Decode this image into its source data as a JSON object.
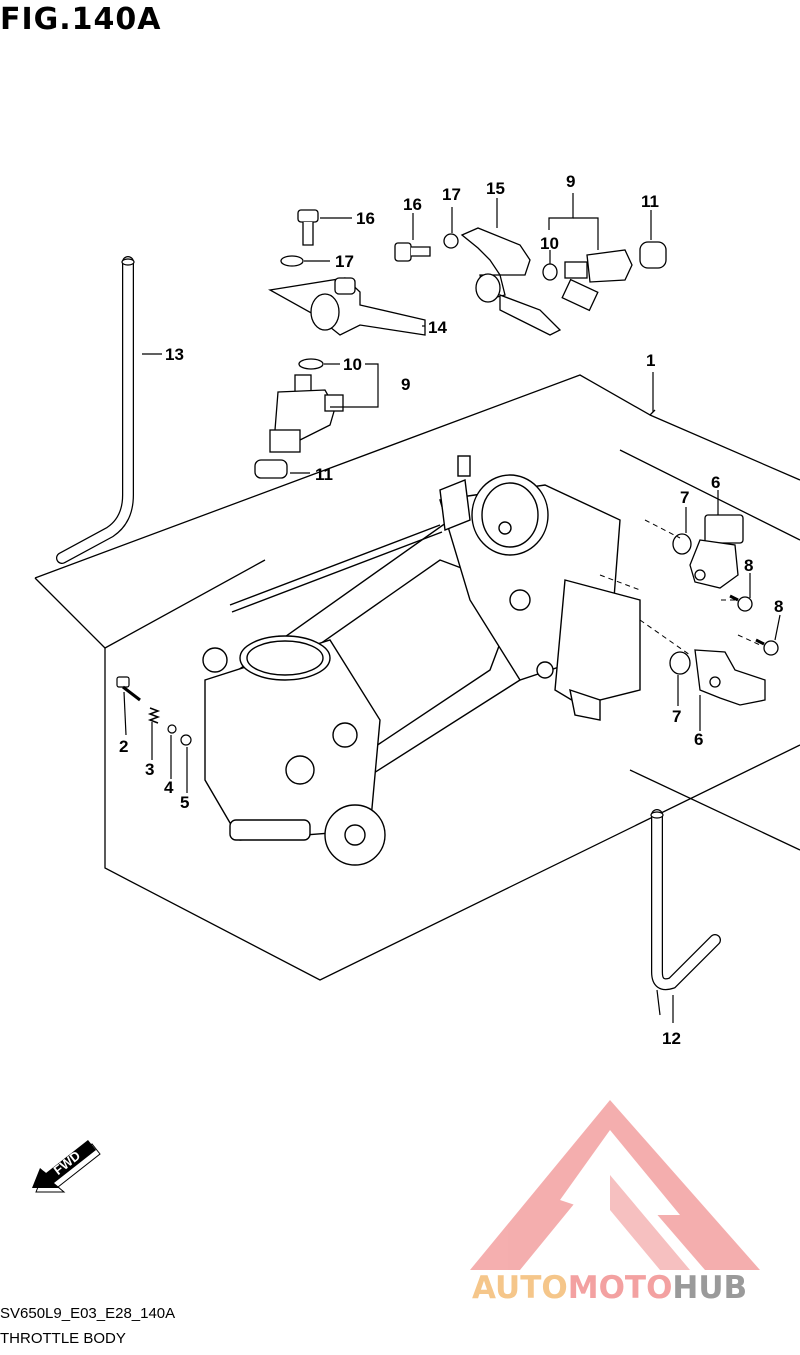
{
  "figure": {
    "title": "FIG.140A",
    "model_code": "SV650L9_E03_E28_140A",
    "caption": "THROTTLE BODY"
  },
  "callouts": [
    {
      "id": "c1",
      "label": "1"
    },
    {
      "id": "c2",
      "label": "2"
    },
    {
      "id": "c3",
      "label": "3"
    },
    {
      "id": "c4",
      "label": "4"
    },
    {
      "id": "c5",
      "label": "5"
    },
    {
      "id": "c6a",
      "label": "6"
    },
    {
      "id": "c6b",
      "label": "6"
    },
    {
      "id": "c7a",
      "label": "7"
    },
    {
      "id": "c7b",
      "label": "7"
    },
    {
      "id": "c8a",
      "label": "8"
    },
    {
      "id": "c8b",
      "label": "8"
    },
    {
      "id": "c9a",
      "label": "9"
    },
    {
      "id": "c9b",
      "label": "9"
    },
    {
      "id": "c10a",
      "label": "10"
    },
    {
      "id": "c10b",
      "label": "10"
    },
    {
      "id": "c11a",
      "label": "11"
    },
    {
      "id": "c11b",
      "label": "11"
    },
    {
      "id": "c12",
      "label": "12"
    },
    {
      "id": "c13",
      "label": "13"
    },
    {
      "id": "c14",
      "label": "14"
    },
    {
      "id": "c15",
      "label": "15"
    },
    {
      "id": "c16a",
      "label": "16"
    },
    {
      "id": "c16b",
      "label": "16"
    },
    {
      "id": "c17a",
      "label": "17"
    },
    {
      "id": "c17b",
      "label": "17"
    }
  ],
  "fwd_label": "FWD",
  "watermark": {
    "part1": "AUTO",
    "part2": "MOTO",
    "part3": "HUB",
    "colors": {
      "auto": "#f5c68a",
      "moto": "#f3a1a1",
      "hub": "#9a9a9a",
      "triangle": "#f3a1a1"
    }
  }
}
